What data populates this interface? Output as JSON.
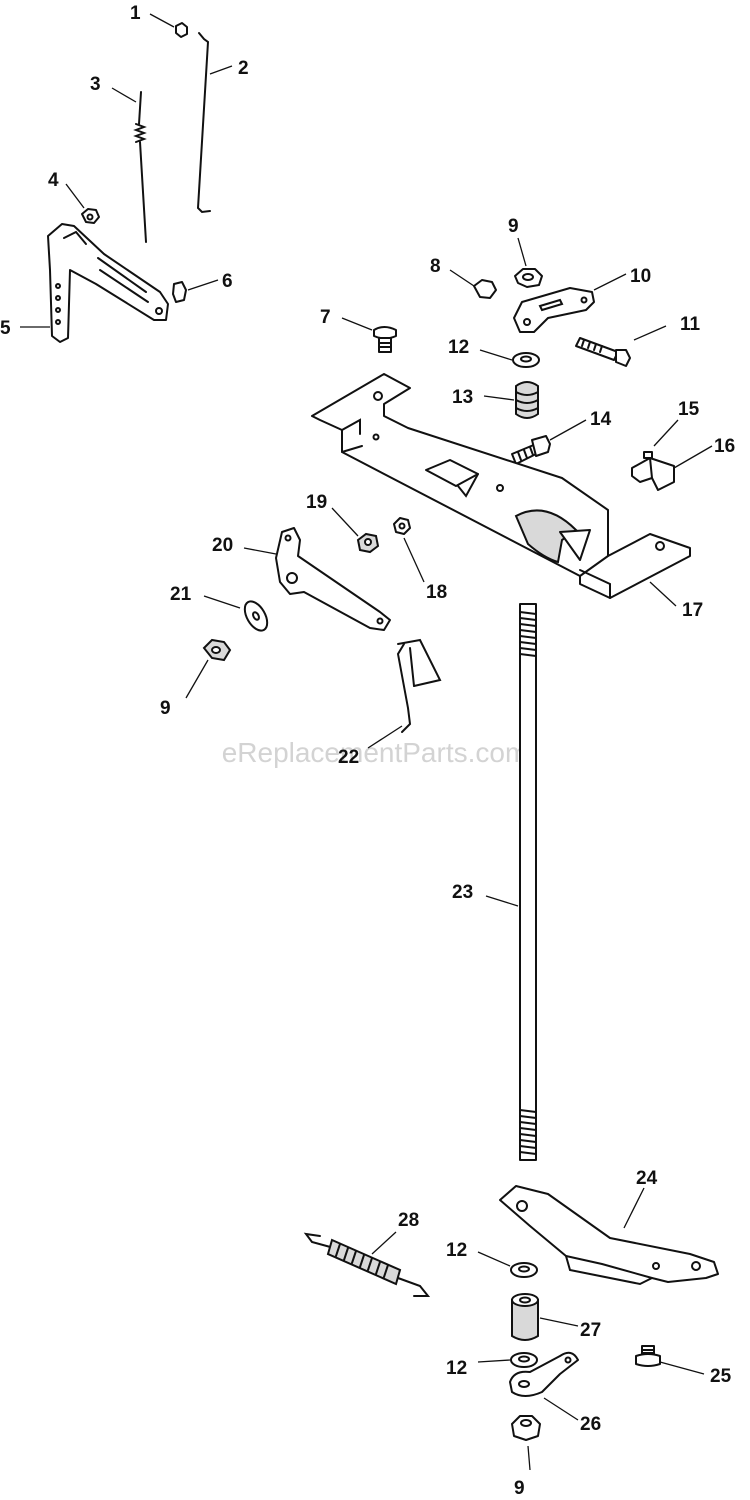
{
  "watermark": "eReplacementParts.com",
  "callouts": {
    "c1": "1",
    "c2": "2",
    "c3": "3",
    "c4": "4",
    "c5": "5",
    "c6": "6",
    "c7": "7",
    "c8": "8",
    "c9a": "9",
    "c10": "10",
    "c11": "11",
    "c12a": "12",
    "c13": "13",
    "c14": "14",
    "c15": "15",
    "c16": "16",
    "c17": "17",
    "c18": "18",
    "c19": "19",
    "c20": "20",
    "c21": "21",
    "c9b": "9",
    "c22": "22",
    "c23": "23",
    "c24": "24",
    "c28": "28",
    "c12b": "12",
    "c27": "27",
    "c25": "25",
    "c12c": "12",
    "c26": "26",
    "c9c": "9"
  }
}
